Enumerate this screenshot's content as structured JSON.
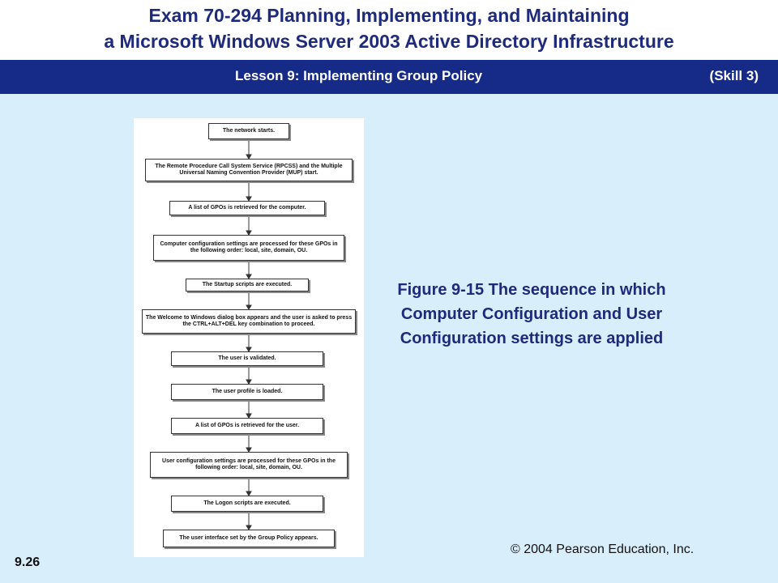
{
  "header": {
    "title_line1": "Exam 70-294 Planning, Implementing, and Maintaining",
    "title_line2": "a Microsoft Windows Server 2003 Active Directory Infrastructure",
    "lesson": "Lesson 9: Implementing Group Policy",
    "skill": "(Skill 3)"
  },
  "figure": {
    "steps": [
      "The network starts.",
      "The Remote Procedure Call System Service (RPCSS) and the Multiple Universal Naming Convention Provider (MUP) start.",
      "A list of GPOs is retrieved for the computer.",
      "Computer configuration settings are processed for these GPOs in the following order: local, site, domain, OU.",
      "The Startup scripts are executed.",
      "The Welcome to Windows dialog box appears and the user is asked to press the CTRL+ALT+DEL key combination to proceed.",
      "The user is validated.",
      "The user profile is loaded.",
      "A list of GPOs is retrieved for the user.",
      "User configuration settings are processed for these GPOs in the following order: local, site, domain, OU.",
      "The Logon scripts are executed.",
      "The user interface set by the Group Policy appears."
    ]
  },
  "caption": "Figure 9-15 The sequence in which Computer Configuration and User Configuration settings are applied",
  "footer": {
    "page_number": "9.26",
    "copyright": "© 2004 Pearson Education, Inc."
  }
}
